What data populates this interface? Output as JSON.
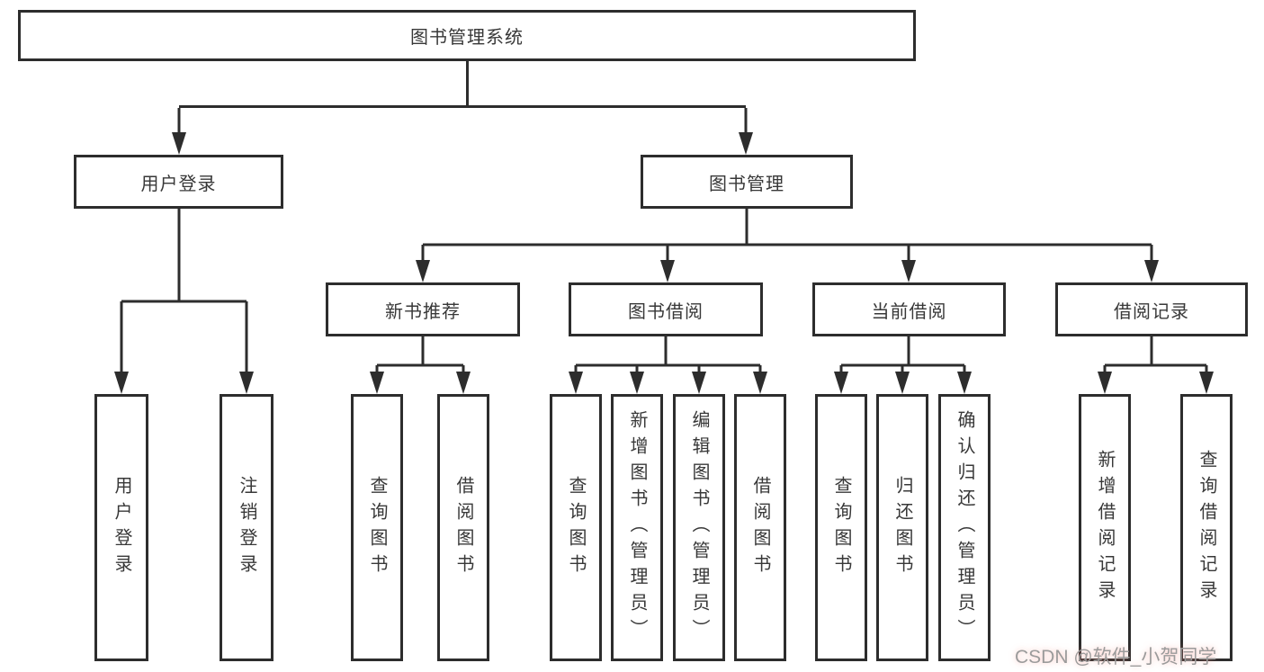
{
  "nodes": {
    "root": "图书管理系统",
    "user_login": "用户登录",
    "book_mgmt": "图书管理",
    "new_books": "新书推荐",
    "borrowing": "图书借阅",
    "current": "当前借阅",
    "records": "借阅记录",
    "leaf_user_login": "用户登录",
    "leaf_logout": "注销登录",
    "leaf_nb_query": "查询图书",
    "leaf_nb_borrow": "借阅图书",
    "leaf_bw_query": "查询图书",
    "leaf_bw_add": "新增图书（管理员）",
    "leaf_bw_edit": "编辑图书（管理员）",
    "leaf_bw_borrow": "借阅图书",
    "leaf_cur_query": "查询图书",
    "leaf_cur_return": "归还图书",
    "leaf_cur_confirm": "确认归还（管理员）",
    "leaf_rec_add": "新增借阅记录",
    "leaf_rec_query": "查询借阅记录"
  },
  "watermark": "CSDN @软件_小贺同学",
  "colors": {
    "line": "#2d2d2d",
    "text": "#383838",
    "box_bg": "#ffffff",
    "watermark": "#9b9b9b"
  }
}
